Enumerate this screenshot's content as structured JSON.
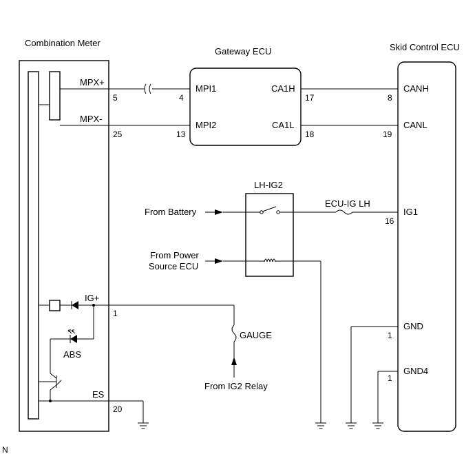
{
  "components": {
    "combination_meter": "Combination Meter",
    "gateway_ecu": "Gateway ECU",
    "skid_control_ecu": "Skid Control ECU",
    "relay": "LH-IG2"
  },
  "signals": {
    "mpx_plus": "MPX+",
    "mpx_minus": "MPX-",
    "ig_plus": "IG+",
    "abs": "ABS",
    "es": "ES",
    "mpi1": "MPI1",
    "mpi2": "MPI2",
    "ca1h": "CA1H",
    "ca1l": "CA1L",
    "canh": "CANH",
    "canl": "CANL",
    "ig1": "IG1",
    "gnd": "GND",
    "gnd4": "GND4"
  },
  "pins": {
    "meter_mpx_plus": "5",
    "meter_mpx_minus": "25",
    "meter_ig_plus": "1",
    "meter_es": "20",
    "gw_mpi1": "4",
    "gw_mpi2": "13",
    "gw_ca1h": "17",
    "gw_ca1l": "18",
    "skid_canh": "8",
    "skid_canl": "19",
    "skid_ig1": "16",
    "skid_gnd": "1",
    "skid_gnd4": "1"
  },
  "sources": {
    "battery": "From Battery",
    "power_source_line1": "From Power",
    "power_source_line2": "Source ECU",
    "ig2_relay": "From IG2 Relay"
  },
  "fuses": {
    "ecu_ig_lh": "ECU-IG LH",
    "gauge": "GAUGE"
  },
  "corner_mark": "N"
}
